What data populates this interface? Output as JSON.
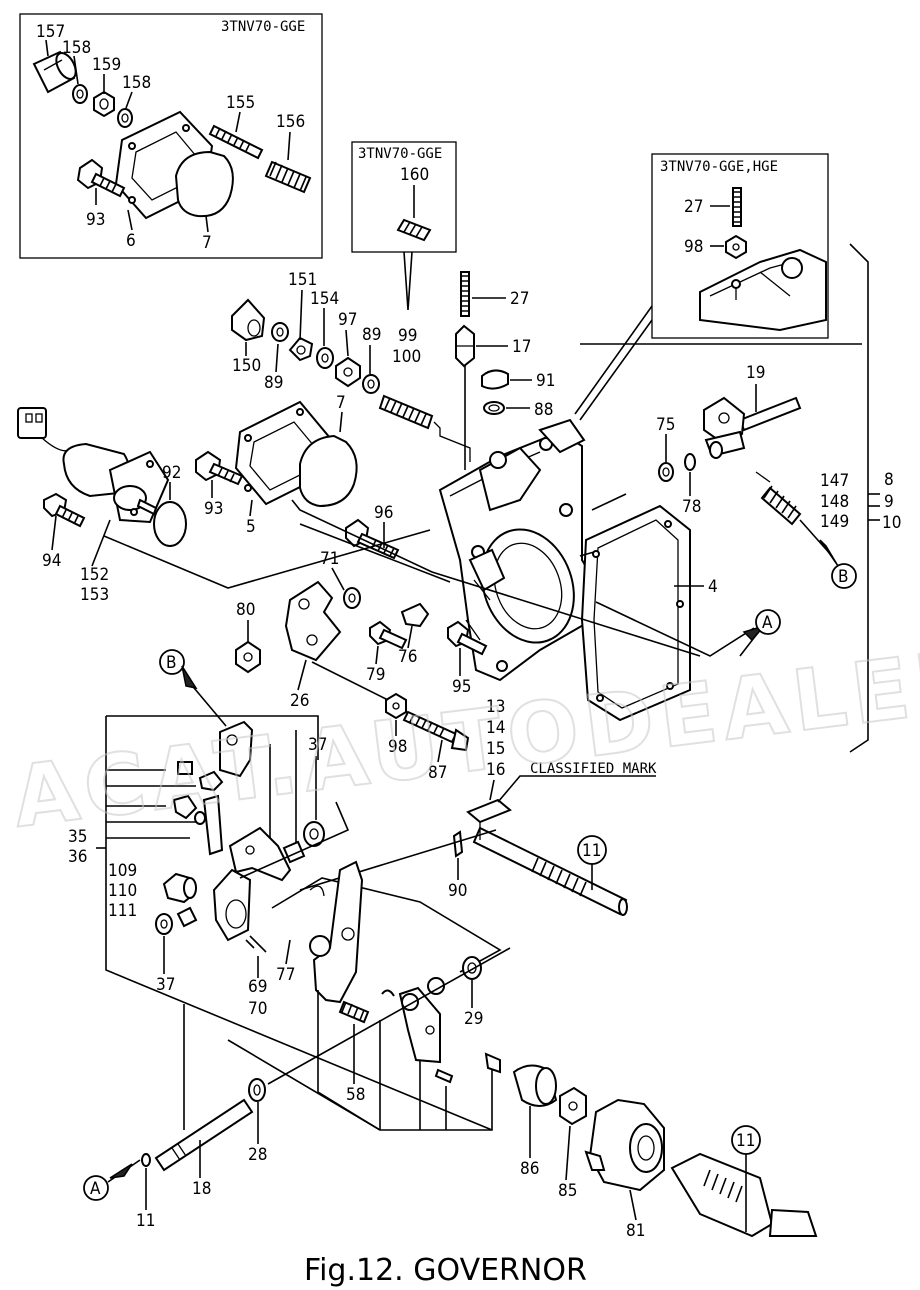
{
  "caption": "Fig.12.  GOVERNOR",
  "watermark": "ACAT.AUTODEALER.RU",
  "boxes": [
    {
      "id": "box1",
      "title": "3TNV70-GGE"
    },
    {
      "id": "box2",
      "title": "3TNV70-GGE"
    },
    {
      "id": "box3",
      "title": "3TNV70-GGE,HGE"
    }
  ],
  "classified_mark": "CLASSIFIED MARK",
  "callouts": {
    "A": "A",
    "B": "B",
    "eleven": "11"
  },
  "labels": [
    {
      "id": "l157",
      "text": "157"
    },
    {
      "id": "l158a",
      "text": "158"
    },
    {
      "id": "l159",
      "text": "159"
    },
    {
      "id": "l158b",
      "text": "158"
    },
    {
      "id": "l155",
      "text": "155"
    },
    {
      "id": "l156",
      "text": "156"
    },
    {
      "id": "l93a",
      "text": "93"
    },
    {
      "id": "l6",
      "text": "6"
    },
    {
      "id": "l7a",
      "text": "7"
    },
    {
      "id": "l160",
      "text": "160"
    },
    {
      "id": "l27a",
      "text": "27"
    },
    {
      "id": "l98a",
      "text": "98"
    },
    {
      "id": "l151",
      "text": "151"
    },
    {
      "id": "l154",
      "text": "154"
    },
    {
      "id": "l97",
      "text": "97"
    },
    {
      "id": "l89a",
      "text": "89"
    },
    {
      "id": "l99",
      "text": "99"
    },
    {
      "id": "l100",
      "text": "100"
    },
    {
      "id": "l27b",
      "text": "27"
    },
    {
      "id": "l17",
      "text": "17"
    },
    {
      "id": "l150",
      "text": "150"
    },
    {
      "id": "l89b",
      "text": "89"
    },
    {
      "id": "l91",
      "text": "91"
    },
    {
      "id": "l88",
      "text": "88"
    },
    {
      "id": "l7b",
      "text": "7"
    },
    {
      "id": "l19",
      "text": "19"
    },
    {
      "id": "l75",
      "text": "75"
    },
    {
      "id": "l78",
      "text": "78"
    },
    {
      "id": "l92",
      "text": "92"
    },
    {
      "id": "l93b",
      "text": "93"
    },
    {
      "id": "l5",
      "text": "5"
    },
    {
      "id": "l147",
      "text": "147"
    },
    {
      "id": "l148",
      "text": "148"
    },
    {
      "id": "l149",
      "text": "149"
    },
    {
      "id": "l8",
      "text": "8"
    },
    {
      "id": "l9",
      "text": "9"
    },
    {
      "id": "l10",
      "text": "10"
    },
    {
      "id": "l96",
      "text": "96"
    },
    {
      "id": "l94",
      "text": "94"
    },
    {
      "id": "l152",
      "text": "152"
    },
    {
      "id": "l153",
      "text": "153"
    },
    {
      "id": "l71",
      "text": "71"
    },
    {
      "id": "l4",
      "text": "4"
    },
    {
      "id": "l80",
      "text": "80"
    },
    {
      "id": "l79",
      "text": "79"
    },
    {
      "id": "l76",
      "text": "76"
    },
    {
      "id": "l95",
      "text": "95"
    },
    {
      "id": "l26",
      "text": "26"
    },
    {
      "id": "l13",
      "text": "13"
    },
    {
      "id": "l14",
      "text": "14"
    },
    {
      "id": "l15",
      "text": "15"
    },
    {
      "id": "l16",
      "text": "16"
    },
    {
      "id": "l37a",
      "text": "37"
    },
    {
      "id": "l98b",
      "text": "98"
    },
    {
      "id": "l87",
      "text": "87"
    },
    {
      "id": "l35",
      "text": "35"
    },
    {
      "id": "l36",
      "text": "36"
    },
    {
      "id": "l109",
      "text": "109"
    },
    {
      "id": "l110",
      "text": "110"
    },
    {
      "id": "l111",
      "text": "111"
    },
    {
      "id": "l90",
      "text": "90"
    },
    {
      "id": "l77",
      "text": "77"
    },
    {
      "id": "l69",
      "text": "69"
    },
    {
      "id": "l70",
      "text": "70"
    },
    {
      "id": "l37b",
      "text": "37"
    },
    {
      "id": "l29",
      "text": "29"
    },
    {
      "id": "l58",
      "text": "58"
    },
    {
      "id": "l28",
      "text": "28"
    },
    {
      "id": "l18",
      "text": "18"
    },
    {
      "id": "l11",
      "text": "11"
    },
    {
      "id": "l86",
      "text": "86"
    },
    {
      "id": "l85",
      "text": "85"
    },
    {
      "id": "l81",
      "text": "81"
    }
  ]
}
